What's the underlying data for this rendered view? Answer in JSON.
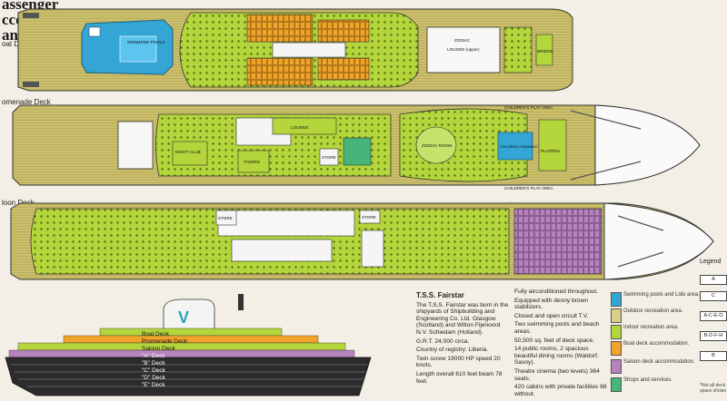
{
  "title": {
    "line1": "assenger",
    "line2": "ccommodation",
    "line3": "an."
  },
  "decks": {
    "boat": "oat Deck",
    "promenade": "omenade Deck",
    "saloon": "loon Deck"
  },
  "rooms": {
    "swimming_pools": "SWIMMING POOLS",
    "zodiac": "ZODIAC",
    "lounge_upper": "LOUNGE (upper)",
    "bridge": "BRIDGE",
    "lounge": "LOUNGE",
    "night_club": "NIGHT CLUB",
    "tavern": "TAVERN",
    "store": "STORE",
    "zodiac_room": "ZODIAC ROOM",
    "childrens_swimming_pool": "CHILDREN'S SWIMMING POOL",
    "childrens_play_area": "CHILDREN'S PLAY AREA",
    "playpen": "PLAYPEN"
  },
  "profile": {
    "decks": [
      "Boat Deck",
      "Promenade Deck",
      "Saloon Deck",
      "\"A\" Deck",
      "\"B\" Deck",
      "\"C\" Deck",
      "\"D\" Deck",
      "\"E\" Deck"
    ],
    "funnel_logo": "V"
  },
  "info": {
    "heading": "T.S.S. Fairstar",
    "col1": [
      "The T.S.S. Fairstar was born in the shipyards of Shipbuilding and Engineering Co. Ltd. Glasgow (Scotland) and Wilton Fijenoord N.V. Schiedam (Holland).",
      "G.R.T. 24,000 circa.",
      "Country of registry: Liberia.",
      "Twin screw 19000 HP speed 20 knots.",
      "Length overall 610 feet beam 78 feet."
    ],
    "col2": [
      "Fully airconditioned throughout.",
      "Equipped with denny brown stabilizers.",
      "Closed and open circuit T.V.",
      "Two swimming pools and beach areas.",
      "50,500 sq. feet of deck space.",
      "14 public rooms, 2 spacious beautiful dining rooms (Waldorf, Savoy).",
      "Theatre cinema (two levels) 364 seats.",
      "420 cabins with private facilities 68 without."
    ]
  },
  "legend": {
    "title": "Legend",
    "items": [
      {
        "label": "Swimming pools and Lido area.",
        "color": "#34a6d6"
      },
      {
        "label": "Outdoor recreation area.",
        "color": "#d8d08a"
      },
      {
        "label": "Indoor recreation area.",
        "color": "#b4d53b"
      },
      {
        "label": "Boat deck accommodation.",
        "color": "#f0a42a"
      },
      {
        "label": "Saloon deck accommodation.",
        "color": "#b683bf"
      },
      {
        "label": "Shops and services.",
        "color": "#47b57a"
      }
    ],
    "codes": [
      "A",
      "C",
      "A-C-E-O",
      "B-D-F-H",
      "B"
    ],
    "note": "*Not all deck space shown"
  },
  "colors": {
    "wood": "#cbbf6c",
    "wood_dark": "#a79a4b",
    "indoor": "#b4d53b",
    "pool": "#34a6d6",
    "boat_accom": "#f0a42a",
    "saloon_accom": "#b683bf",
    "hull": "#2b2b2b"
  }
}
